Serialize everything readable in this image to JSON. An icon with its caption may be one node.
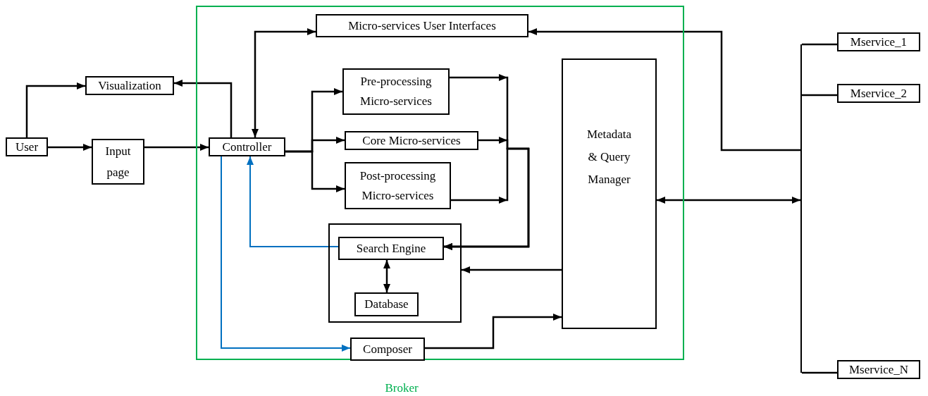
{
  "diagram": {
    "nodes": [
      {
        "text": [
          "Broker"
        ]
      },
      {
        "text": [
          "User"
        ]
      },
      {
        "text": [
          "Visualization"
        ]
      },
      {
        "text": [
          "Input page"
        ]
      },
      {
        "text": [
          "Controller"
        ],
        "in": 0
      },
      {
        "text": [
          "Micro-services User Interfaces"
        ],
        "in": 0
      },
      {
        "text": [
          "Pre-processing Micro-services"
        ],
        "in": 0
      },
      {
        "text": [
          "Core Micro-services"
        ],
        "in": 0
      },
      {
        "text": [
          "Post-processing Micro-services"
        ],
        "in": 0
      },
      {
        "text": [
          "Metadata & Query Manager"
        ],
        "in": 0
      },
      {
        "text": [],
        "shape": "box",
        "in": 0
      },
      {
        "text": [
          "Search Engine"
        ],
        "in": 10
      },
      {
        "text": [
          "Database"
        ],
        "in": 10
      },
      {
        "text": [
          "Composer"
        ],
        "in": 0
      },
      {
        "text": [
          "Mservice_1"
        ]
      },
      {
        "text": [
          "Mservice_2"
        ]
      },
      {
        "text": [
          "Mservice_N"
        ]
      },
      {
        "text": [],
        "shape": "bar"
      }
    ],
    "edges": [
      {
        "from": 1,
        "to": 2,
        "arrow": "to"
      },
      {
        "from": 1,
        "to": 3,
        "arrow": "to"
      },
      {
        "from": 3,
        "to": 4,
        "arrow": "to"
      },
      {
        "from": 4,
        "to": 2,
        "arrow": "to"
      },
      {
        "from": 4,
        "to": 5,
        "arrow": "both"
      },
      {
        "from": 4,
        "to": 6,
        "arrow": "to"
      },
      {
        "from": 4,
        "to": 7,
        "arrow": "to"
      },
      {
        "from": 4,
        "to": 8,
        "arrow": "to"
      },
      {
        "from": 6,
        "to": 11,
        "arrow": "to"
      },
      {
        "from": 7,
        "to": 11,
        "arrow": "to"
      },
      {
        "from": 8,
        "to": 11,
        "arrow": "to"
      },
      {
        "from": 9,
        "to": 10,
        "arrow": "to"
      },
      {
        "from": 11,
        "to": 12,
        "arrow": "both"
      },
      {
        "from": 11,
        "to": 4,
        "arrow": "to",
        "color": "#0070c0"
      },
      {
        "from": 4,
        "to": 13,
        "arrow": "to",
        "color": "#0070c0"
      },
      {
        "from": 13,
        "to": 9,
        "arrow": "to"
      },
      {
        "from": 9,
        "to": 17,
        "arrow": "both"
      },
      {
        "from": 17,
        "to": 5,
        "arrow": "to"
      },
      {
        "from": 17,
        "to": 14,
        "arrow": "none"
      },
      {
        "from": 17,
        "to": 15,
        "arrow": "none"
      },
      {
        "from": 17,
        "to": 16,
        "arrow": "none"
      }
    ]
  }
}
